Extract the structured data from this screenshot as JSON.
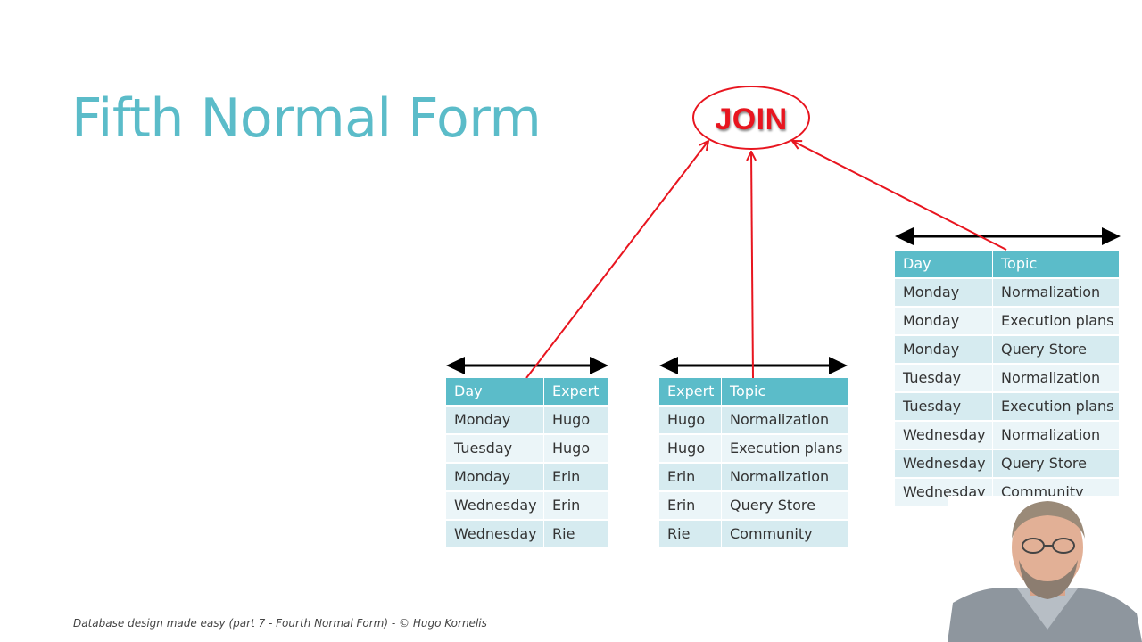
{
  "slide": {
    "title": "Fifth Normal Form",
    "footer": "Database design made easy (part 7 - Fourth Normal Form)  -  © Hugo Kornelis",
    "join_label": "JOIN"
  },
  "tables": {
    "day_expert": {
      "headers": [
        "Day",
        "Expert"
      ],
      "rows": [
        [
          "Monday",
          "Hugo"
        ],
        [
          "Tuesday",
          "Hugo"
        ],
        [
          "Monday",
          "Erin"
        ],
        [
          "Wednesday",
          "Erin"
        ],
        [
          "Wednesday",
          "Rie"
        ]
      ]
    },
    "expert_topic": {
      "headers": [
        "Expert",
        "Topic"
      ],
      "rows": [
        [
          "Hugo",
          "Normalization"
        ],
        [
          "Hugo",
          "Execution plans"
        ],
        [
          "Erin",
          "Normalization"
        ],
        [
          "Erin",
          "Query Store"
        ],
        [
          "Rie",
          "Community"
        ]
      ]
    },
    "day_topic": {
      "headers": [
        "Day",
        "Topic"
      ],
      "rows": [
        [
          "Monday",
          "Normalization"
        ],
        [
          "Monday",
          "Execution plans"
        ],
        [
          "Monday",
          "Query Store"
        ],
        [
          "Tuesday",
          "Normalization"
        ],
        [
          "Tuesday",
          "Execution plans"
        ],
        [
          "Wednesday",
          "Normalization"
        ],
        [
          "Wednesday",
          "Query Store"
        ],
        [
          "Wednesday",
          "Community"
        ]
      ]
    }
  },
  "colors": {
    "accent": "#5bbcc9",
    "row_odd": "#d6ebf0",
    "row_even": "#ebf5f8",
    "join_red": "#e8151f"
  }
}
